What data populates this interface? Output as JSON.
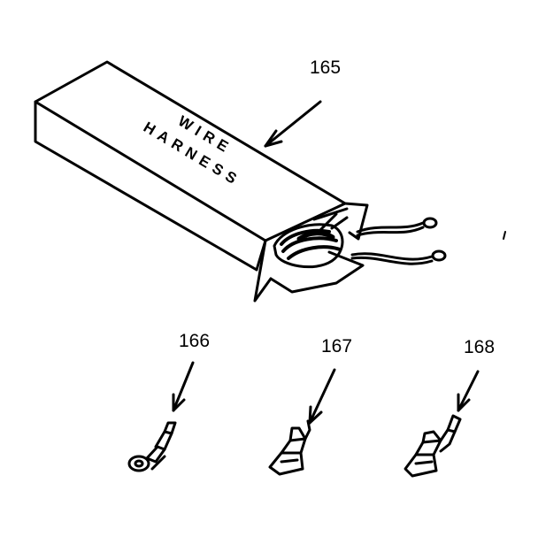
{
  "box": {
    "text_line1": "WIRE",
    "text_line2": "HARNESS"
  },
  "callouts": [
    {
      "number": "165",
      "part": "wire harness kit"
    },
    {
      "number": "166",
      "part": "ring terminal"
    },
    {
      "number": "167",
      "part": "spade terminal"
    },
    {
      "number": "168",
      "part": "spade terminal"
    }
  ],
  "colors": {
    "ink": "#000000",
    "paper": "#ffffff"
  }
}
